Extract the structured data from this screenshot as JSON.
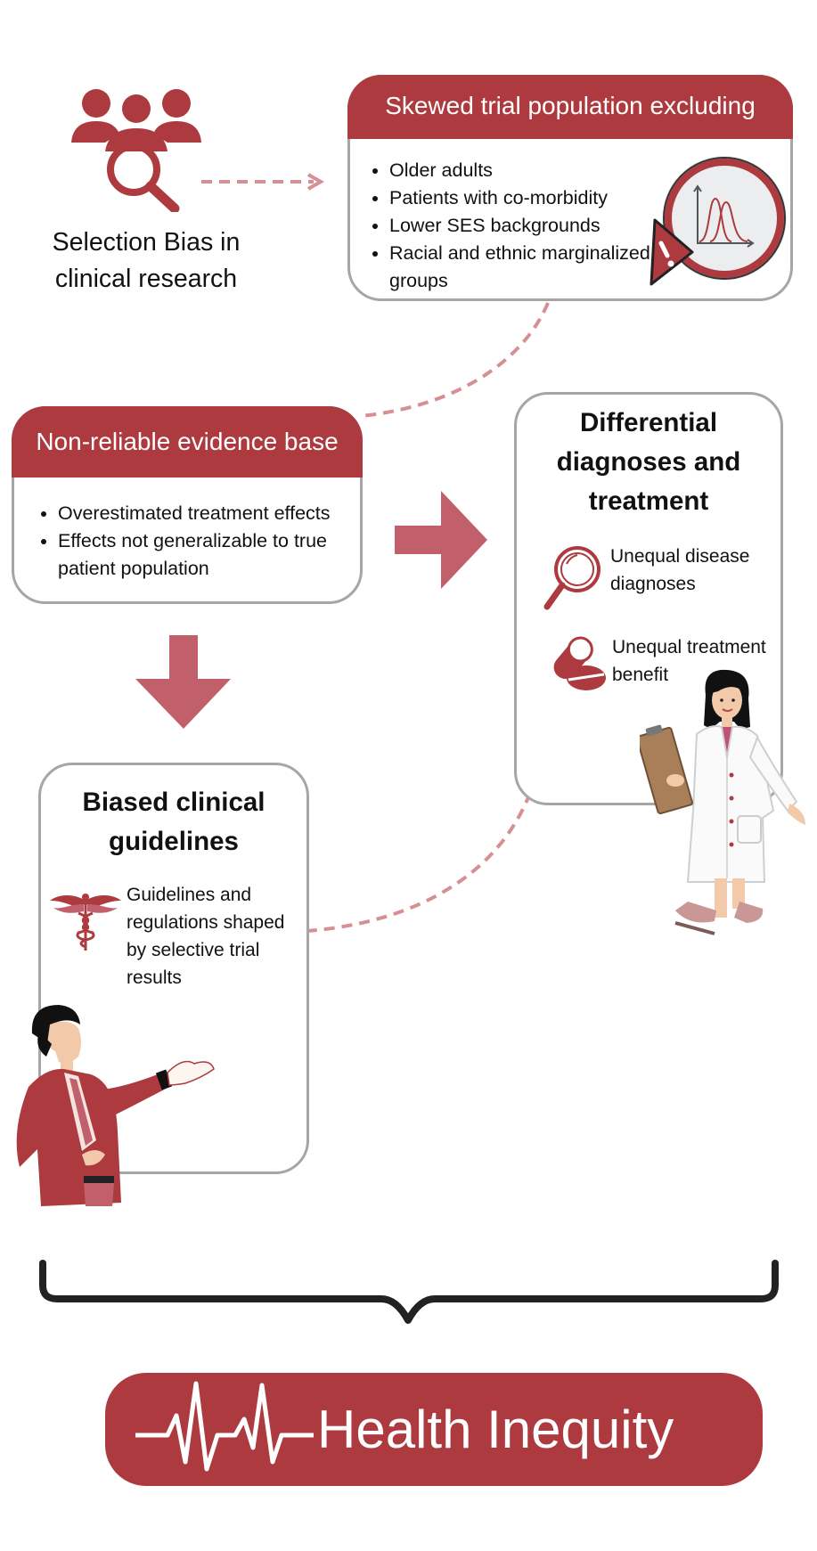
{
  "selection_bias": {
    "line1": "Selection Bias in",
    "line2": "clinical research",
    "icon": "people-search-icon"
  },
  "skewed": {
    "header": "Skewed trial population excluding",
    "items": [
      "Older adults",
      "Patients with co-morbidity",
      "Lower SES backgrounds",
      "Racial and ethnic marginalized groups"
    ],
    "icon": "distribution-warning-icon"
  },
  "evidence": {
    "header": "Non-reliable evidence base",
    "items": [
      "Overestimated treatment effects",
      "Effects not generalizable to true patient population"
    ]
  },
  "differential": {
    "title": "Differential diagnoses and treatment",
    "item1": "Unequal disease diagnoses",
    "item2": "Unequal treatment benefit",
    "icon1": "magnifier-icon",
    "icon2": "pill-icon"
  },
  "guidelines": {
    "title": "Biased clinical guidelines",
    "text": "Guidelines and regulations shaped by selective trial results",
    "icon": "caduceus-icon"
  },
  "outcome": {
    "label": "Health Inequity",
    "icon": "heartbeat-icon"
  },
  "colors": {
    "accent": "#ad3a3f",
    "arrow": "#c1606a",
    "border": "#a6a6a6"
  }
}
